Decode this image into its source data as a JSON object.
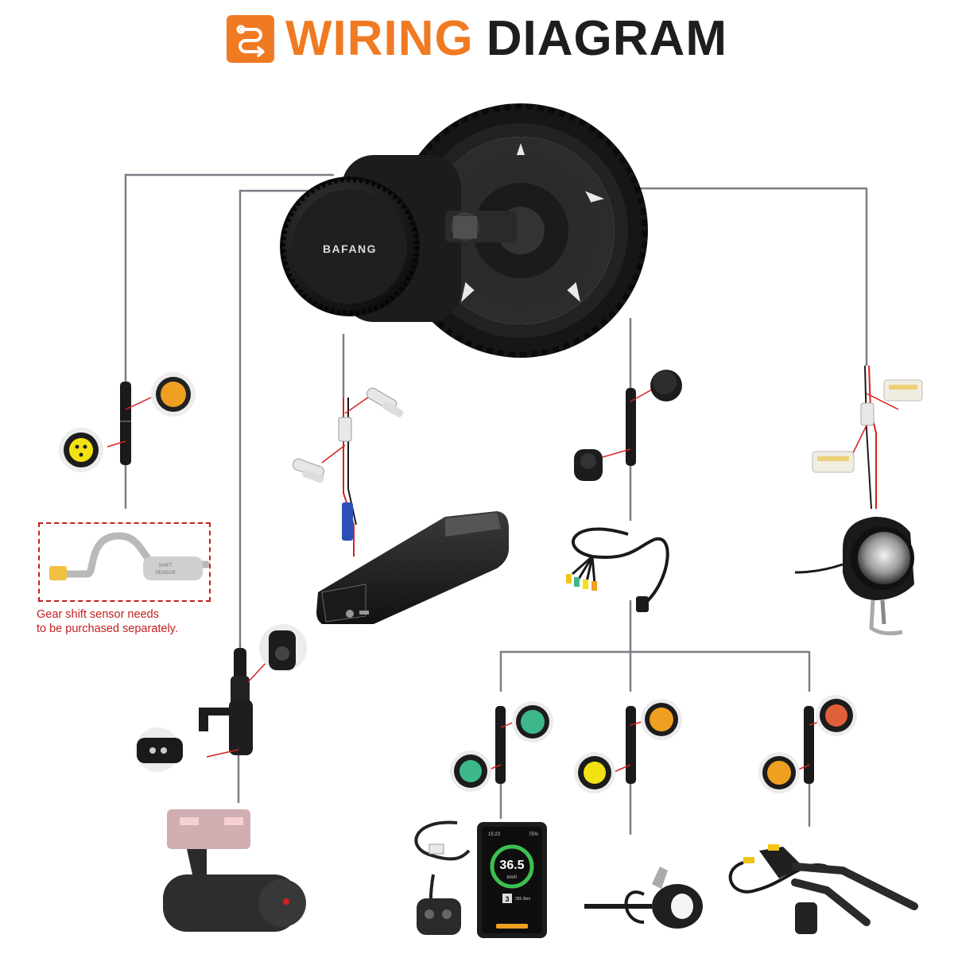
{
  "header": {
    "title_accent": "WIRING",
    "title_main": "DIAGRAM",
    "accent_color": "#f07a22",
    "text_color": "#1e1e1e"
  },
  "motor": {
    "brand_label": "BAFANG"
  },
  "note": {
    "line1": "Gear shift sensor needs",
    "line2": "to be purchased separately.",
    "color": "#c21f1f"
  },
  "shift_sensor": {
    "label_top": "SHIFT",
    "label_bottom": "SENSOR"
  },
  "display": {
    "speed": "36.5",
    "unit": "km/h",
    "time": "15:23",
    "battery": "75%",
    "gear": "3",
    "odo": "285.9km"
  },
  "icons": [
    "wiring-icon",
    "motor",
    "chainring",
    "battery",
    "headlight",
    "cable-harness",
    "display",
    "throttle",
    "brake-levers",
    "speed-sensor"
  ],
  "connector_colors": {
    "yellow": "#f2c418",
    "orange": "#f0a020",
    "green": "#3cb88a",
    "red": "#d62020"
  }
}
